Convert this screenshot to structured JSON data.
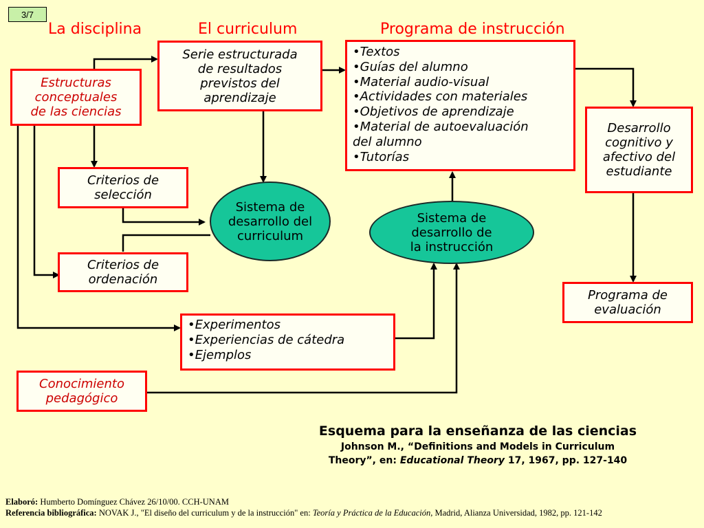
{
  "page_number": "3/7",
  "headings": {
    "disciplina": "La disciplina",
    "curriculum": "El curriculum",
    "programa": "Programa de instrucción"
  },
  "boxes": {
    "estructuras": "Estructuras\nconceptuales\nde las ciencias",
    "serie": "Serie estructurada\nde resultados\nprevistos del\naprendizaje",
    "criterios_seleccion": "Criterios de\nselección",
    "criterios_ordenacion": "Criterios de\nordenación",
    "desarrollo_estudiante": "Desarrollo\ncognitivo y\nafectivo del\nestudiante",
    "programa_evaluacion": "Programa de\nevaluación",
    "conocimiento": "Conocimiento\npedagógico"
  },
  "materials_list": [
    "•Textos",
    "•Guías del alumno",
    "•Material audio-visual",
    "•Actividades con materiales",
    "•Objetivos de aprendizaje",
    "•Material de autoevaluación\ndel alumno",
    "•Tutorías"
  ],
  "experiments_list": [
    "•Experimentos",
    "•Experiencias de cátedra",
    "•Ejemplos"
  ],
  "ellipses": {
    "sistema_curriculum": "Sistema de\ndesarrollo del\ncurriculum",
    "sistema_instruccion": "Sistema de\ndesarrollo de\nla instrucción"
  },
  "caption": {
    "title": "Esquema para la enseñanza de las ciencias",
    "ref_line1": "Johnson M., “Definitions and Models  in Curriculum",
    "ref_line2_prefix": "Theory”, en: ",
    "ref_line2_italic": "Educational Theory",
    "ref_line2_suffix": " 17, 1967, pp. 127-140"
  },
  "footer": {
    "elaboro_label": "Elaboró:",
    "elaboro_value": " Humberto Domínguez Chávez 26/10/00. CCH-UNAM",
    "ref_label": "Referencia bibliográfica:",
    "ref_value_prefix": " NOVAK J., \"El diseño del curriculum y de la instrucción\" en: ",
    "ref_value_italic": "Teoría y Práctica de la Educación",
    "ref_value_suffix": ", Madrid, Alianza Universidad, 1982, pp. 121-142"
  },
  "colors": {
    "background": "#ffffcc",
    "box_border": "#ff0000",
    "heading": "#ff0000",
    "ellipse_fill": "#16c699"
  }
}
